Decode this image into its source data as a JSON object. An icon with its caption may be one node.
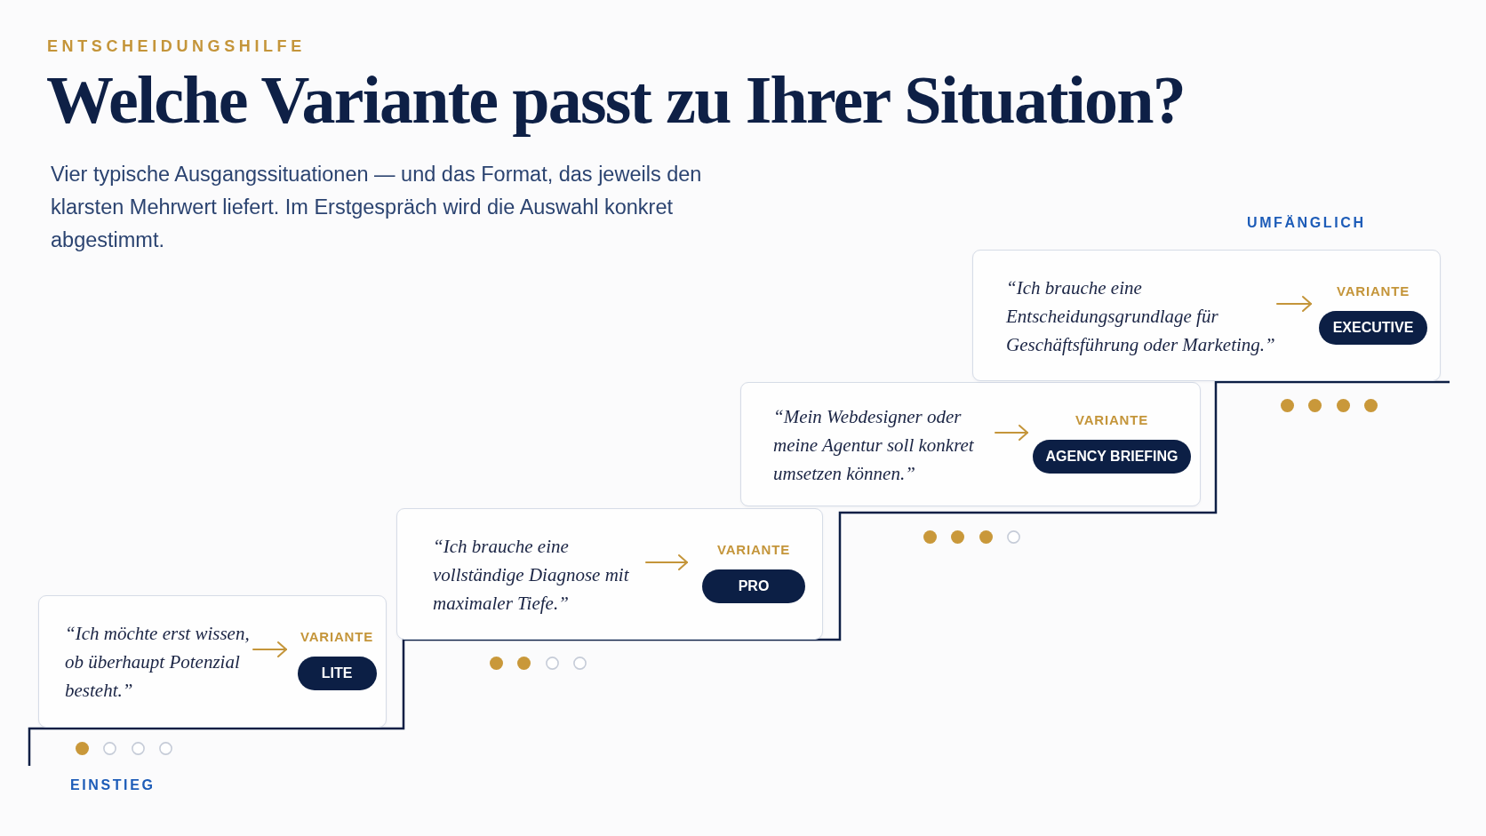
{
  "diagram": {
    "title": "Welche Variante passt zu Ihrer Situation?",
    "nodes": [
      {
        "text": [],
        "shape": "box"
      },
      {
        "text": [
          "“Ich möchte erst wissen, ob überhaupt Potenzial besteht.”"
        ],
        "in": 0
      },
      {
        "text": [
          "VARIANTE",
          "LITE"
        ],
        "in": 0
      },
      {
        "text": [],
        "shape": "box"
      },
      {
        "text": [
          "“Ich brauche eine vollständige Diagnose mit maximaler Tiefe.”"
        ],
        "in": 3
      },
      {
        "text": [
          "VARIANTE",
          "PRO"
        ],
        "in": 3
      },
      {
        "text": [],
        "shape": "box"
      },
      {
        "text": [
          "“Mein Webdesigner oder meine Agentur soll konkret umsetzen können.”"
        ],
        "in": 6
      },
      {
        "text": [
          "VARIANTE",
          "AGENCY BRIEFING"
        ],
        "in": 6
      },
      {
        "text": [],
        "shape": "box"
      },
      {
        "text": [
          "“Ich brauche eine Entscheidungsgrundlage für Geschäftsführung oder Marketing.”"
        ],
        "in": 9
      },
      {
        "text": [
          "VARIANTE",
          "EXECUTIVE"
        ],
        "in": 9
      }
    ],
    "edges": [
      {
        "from": 1,
        "to": 2,
        "arrow": "to"
      },
      {
        "from": 4,
        "to": 5,
        "arrow": "to"
      },
      {
        "from": 7,
        "to": 8,
        "arrow": "to"
      },
      {
        "from": 10,
        "to": 11,
        "arrow": "to"
      }
    ],
    "labels": [
      "ENTSCHEIDUNGSHILFE",
      "Vier typische Ausgangssituationen — und das Format, das jeweils den klarsten Mehrwert liefert. Im Erstgespräch wird die Auswahl konkret abgestimmt.",
      "UMFÄNGLICH",
      "EINSTIEG"
    ]
  }
}
